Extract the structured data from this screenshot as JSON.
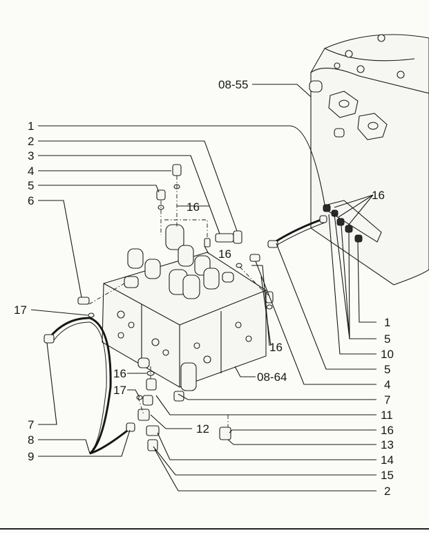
{
  "callouts_left": [
    "1",
    "2",
    "3",
    "4",
    "5",
    "6",
    "17",
    "7",
    "8",
    "9",
    "16",
    "17"
  ],
  "callouts_inline": [
    "16",
    "16",
    "16",
    "16"
  ],
  "callouts_right": [
    "1",
    "5",
    "10",
    "5",
    "4",
    "7",
    "11",
    "16",
    "13",
    "14",
    "15",
    "2",
    "12"
  ],
  "refs": {
    "tank": "08-55",
    "valve": "08-64"
  },
  "colors": {
    "ink": "#161616",
    "paper": "#fbfbf7"
  }
}
